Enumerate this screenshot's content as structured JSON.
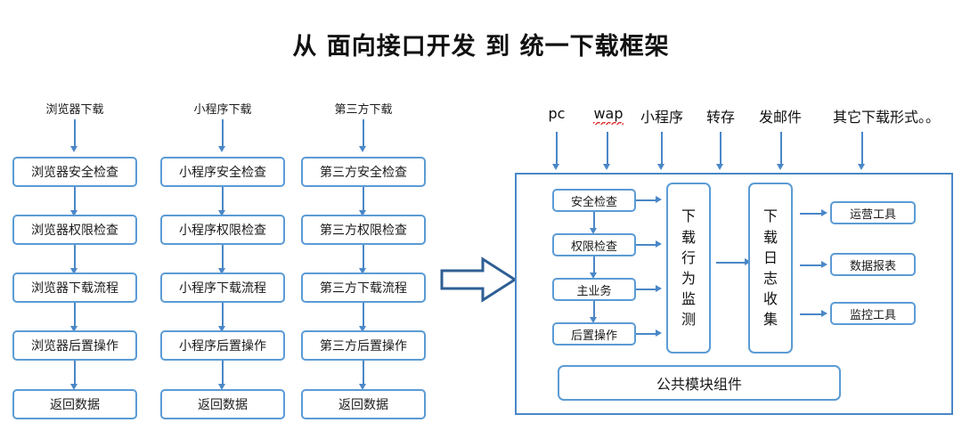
{
  "title": "从 面向接口开发 到 统一下载框架",
  "left_diagram": {
    "columns": [
      {
        "header": "浏览器下载",
        "steps": [
          "浏览器安全检查",
          "浏览器权限检查",
          "浏览器下载流程",
          "浏览器后置操作",
          "返回数据"
        ]
      },
      {
        "header": "小程序下载",
        "steps": [
          "小程序安全检查",
          "小程序权限检查",
          "小程序下载流程",
          "小程序后置操作",
          "返回数据"
        ]
      },
      {
        "header": "第三方下载",
        "steps": [
          "第三方安全检查",
          "第三方权限检查",
          "第三方下载流程",
          "第三方后置操作",
          "返回数据"
        ]
      }
    ]
  },
  "transition": {
    "icon": "right-block-arrow"
  },
  "right_diagram": {
    "sources": [
      {
        "label": "pc",
        "misspelled": false
      },
      {
        "label": "wap",
        "misspelled": true
      },
      {
        "label": "小程序",
        "misspelled": false
      },
      {
        "label": "转存",
        "misspelled": false
      },
      {
        "label": "发邮件",
        "misspelled": false
      },
      {
        "label": "其它下载形式。。",
        "misspelled": false
      }
    ],
    "pipeline": [
      "安全检查",
      "权限检查",
      "主业务",
      "后置操作"
    ],
    "monitor_box": [
      "下",
      "载",
      "行",
      "为",
      "监",
      "测"
    ],
    "log_box": [
      "下",
      "载",
      "日",
      "志",
      "收",
      "集"
    ],
    "outputs": [
      "运营工具",
      "数据报表",
      "监控工具"
    ],
    "common_module": "公共模块组件"
  },
  "colors": {
    "box_border": "#5B9BD5",
    "arrow": "#4A87C7",
    "frame_border": "#4A87C7",
    "block_arrow_fill": "#FDFDFD",
    "block_arrow_stroke": "#2E5F94",
    "background": "#FFFFFF",
    "text": "#1A1A1A",
    "misspell_underline": "#E03030"
  }
}
